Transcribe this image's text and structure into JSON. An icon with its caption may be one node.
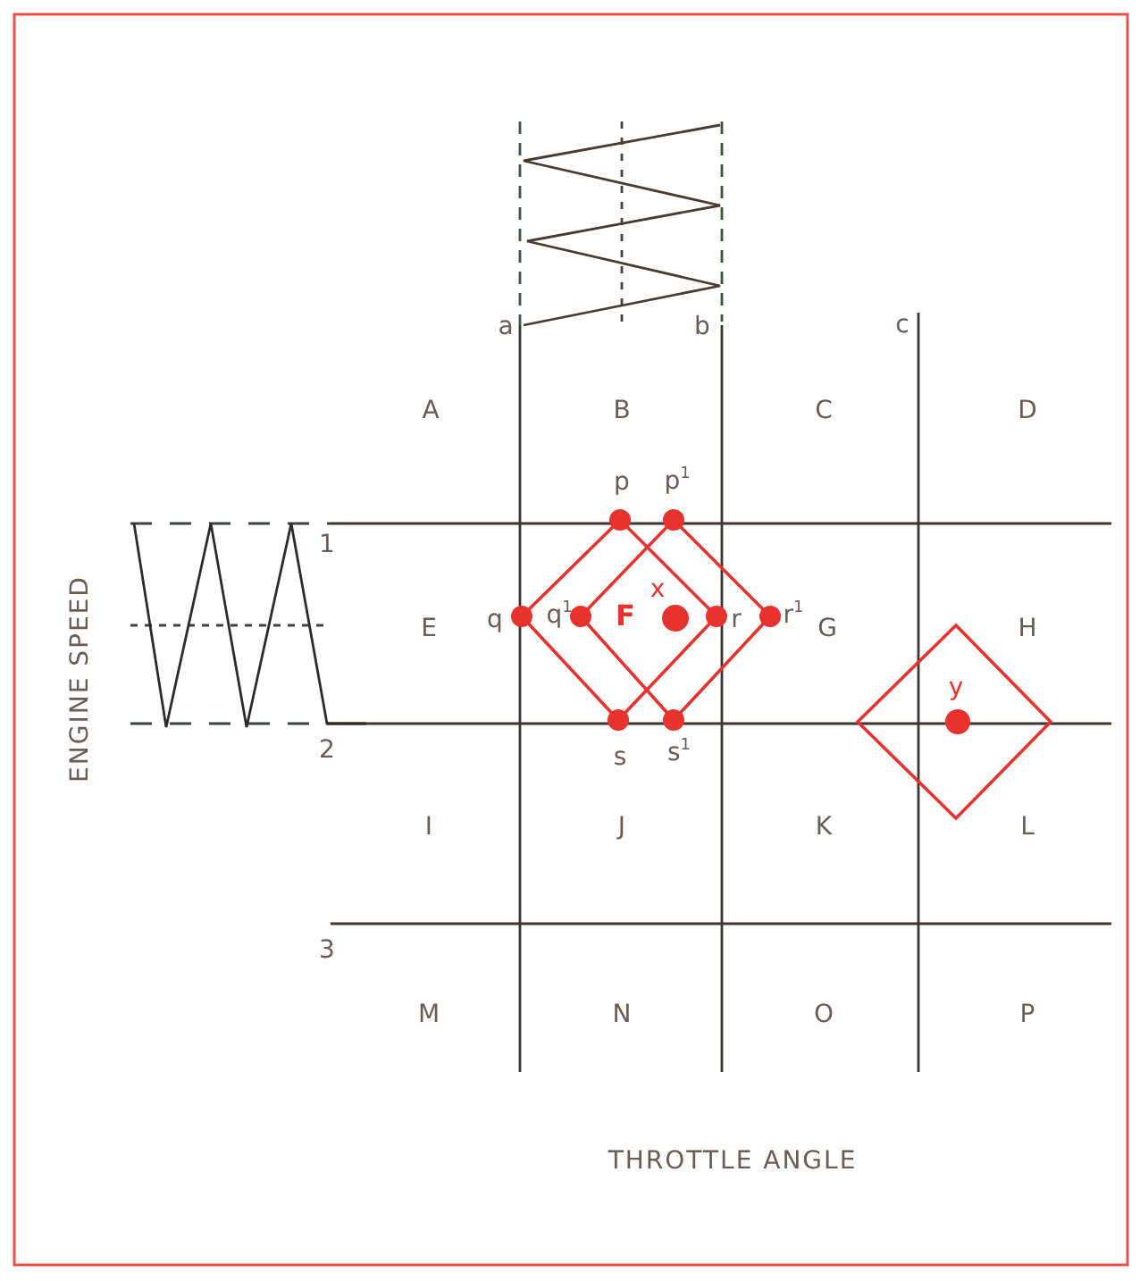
{
  "diagram": {
    "labels": [
      "a",
      "b",
      "c",
      "A",
      "B",
      "C",
      "D",
      "p",
      "p$^{1}$",
      "1",
      "E",
      "q",
      "q$^{1}$",
      "F",
      "x",
      "r",
      "r$^{1}$",
      "G",
      "H",
      "y",
      "2",
      "s",
      "s$^{1}$",
      "I",
      "J",
      "K",
      "L",
      "3",
      "M",
      "N",
      "O",
      "P",
      "ENGINE SPEED",
      "THROTTLE ANGLE"
    ]
  }
}
